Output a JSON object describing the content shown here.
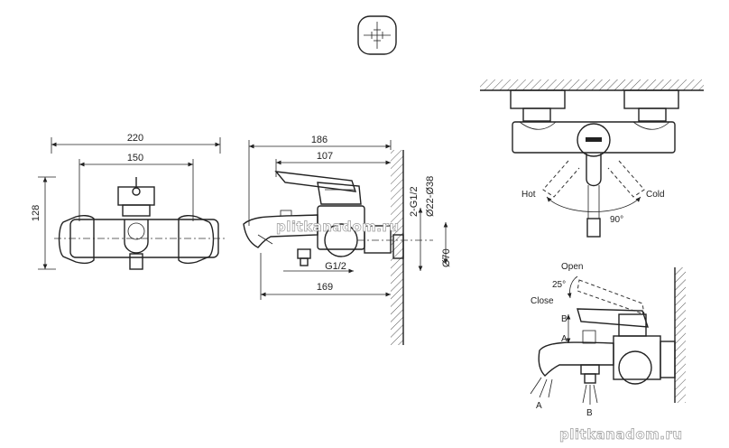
{
  "front_view": {
    "dim_total_width": "220",
    "dim_inner_width": "150",
    "dim_height": "128"
  },
  "side_view": {
    "dim_top_length": "186",
    "dim_handle_length": "107",
    "dim_bottom_length": "169",
    "dim_outlet_thread": "G1/2",
    "dim_inlet_thread": "2-G1/2",
    "dim_inner_diameter": "Ø22-Ø38",
    "dim_diameter": "Ø70"
  },
  "rotation_view": {
    "hot_label": "Hot",
    "cold_label": "Cold",
    "angle_label": "90°"
  },
  "lever_view": {
    "open_label": "Open",
    "close_label": "Close",
    "angle_label": "25°",
    "label_b": "B",
    "label_a_lever": "A",
    "label_a_spout": "A",
    "label_b_outlet": "B"
  },
  "watermarks": {
    "center": "plitkanadom.ru",
    "bottom_right": "plitkanadom.ru"
  }
}
